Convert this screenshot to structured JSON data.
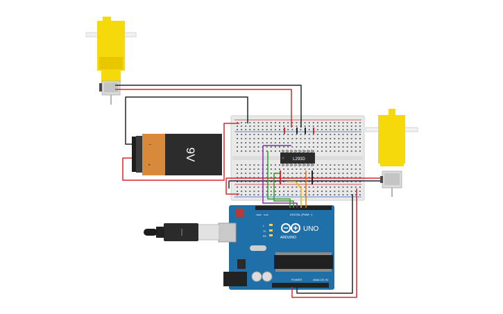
{
  "battery": {
    "label": "9V"
  },
  "driver_chip": {
    "label": "L293D"
  },
  "arduino": {
    "board_name": "UNO",
    "brand": "ARDUINO",
    "digital_header_label": "DIGITAL (PWM ~)",
    "power_label": "POWER",
    "analog_label": "ANALOG IN",
    "tx_label": "TX",
    "rx_label": "RX",
    "l_label": "L",
    "aref_label": "AREF",
    "gnd_label": "GND"
  },
  "colors": {
    "wire_red": "#d9262a",
    "wire_black": "#232323",
    "wire_purple": "#7b2fa0",
    "wire_green": "#2f9e2f",
    "wire_yellow": "#e8b900",
    "wire_orange": "#e07a10",
    "motor_yellow": "#f5d90b",
    "board_blue": "#1f6fa8",
    "battery_orange": "#d88a3a",
    "breadboard": "#ececec"
  }
}
